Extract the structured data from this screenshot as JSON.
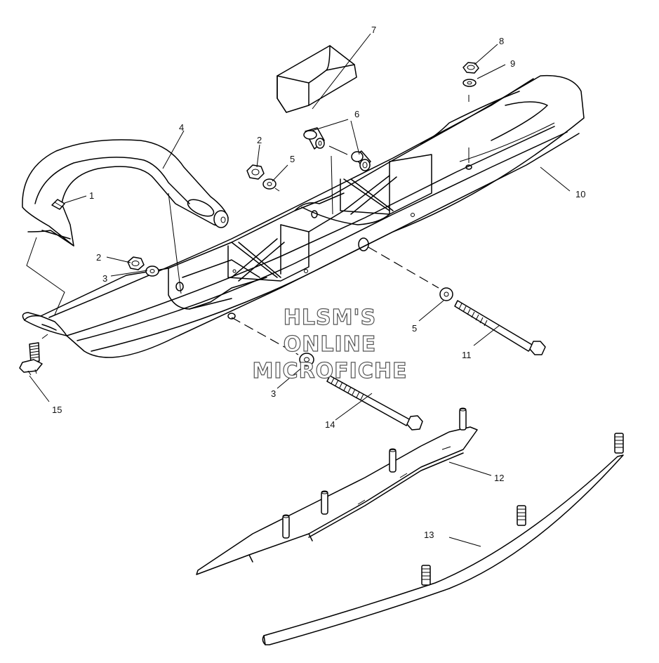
{
  "callouts": {
    "c1": "1",
    "c2a": "2",
    "c2b": "2",
    "c3a": "3",
    "c3b": "3",
    "c4": "4",
    "c5a": "5",
    "c5b": "5",
    "c6": "6",
    "c7": "7",
    "c8": "8",
    "c9": "9",
    "c10": "10",
    "c11": "11",
    "c12": "12",
    "c13": "13",
    "c14": "14",
    "c15": "15"
  },
  "watermark": {
    "line1": "HLSM'S",
    "line2": "ONLINE",
    "line3": "MICROFICHE"
  }
}
